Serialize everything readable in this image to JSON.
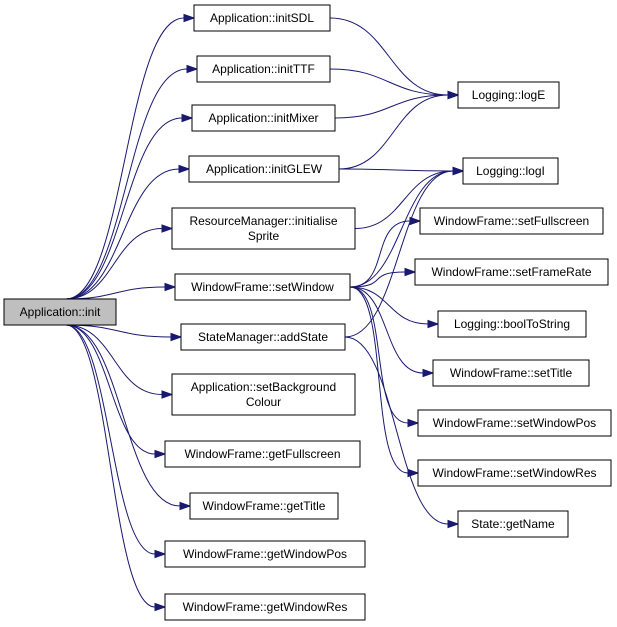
{
  "nodes": [
    {
      "id": "init",
      "label": [
        "Application::init"
      ],
      "root": true
    },
    {
      "id": "initSDL",
      "label": [
        "Application::initSDL"
      ]
    },
    {
      "id": "initTTF",
      "label": [
        "Application::initTTF"
      ]
    },
    {
      "id": "initMixer",
      "label": [
        "Application::initMixer"
      ]
    },
    {
      "id": "initGLEW",
      "label": [
        "Application::initGLEW"
      ]
    },
    {
      "id": "rmInit",
      "label": [
        "ResourceManager::initialise",
        "Sprite"
      ]
    },
    {
      "id": "setWindow",
      "label": [
        "WindowFrame::setWindow"
      ]
    },
    {
      "id": "addState",
      "label": [
        "StateManager::addState"
      ]
    },
    {
      "id": "setBg",
      "label": [
        "Application::setBackground",
        "Colour"
      ]
    },
    {
      "id": "getFullscreen",
      "label": [
        "WindowFrame::getFullscreen"
      ]
    },
    {
      "id": "getTitle",
      "label": [
        "WindowFrame::getTitle"
      ]
    },
    {
      "id": "getWindowPos",
      "label": [
        "WindowFrame::getWindowPos"
      ]
    },
    {
      "id": "getWindowRes",
      "label": [
        "WindowFrame::getWindowRes"
      ]
    },
    {
      "id": "logE",
      "label": [
        "Logging::logE"
      ]
    },
    {
      "id": "logI",
      "label": [
        "Logging::logI"
      ]
    },
    {
      "id": "setFullscreen",
      "label": [
        "WindowFrame::setFullscreen"
      ]
    },
    {
      "id": "setFrameRate",
      "label": [
        "WindowFrame::setFrameRate"
      ]
    },
    {
      "id": "boolToString",
      "label": [
        "Logging::boolToString"
      ]
    },
    {
      "id": "setTitle",
      "label": [
        "WindowFrame::setTitle"
      ]
    },
    {
      "id": "setWindowPos",
      "label": [
        "WindowFrame::setWindowPos"
      ]
    },
    {
      "id": "setWindowRes",
      "label": [
        "WindowFrame::setWindowRes"
      ]
    },
    {
      "id": "getName",
      "label": [
        "State::getName"
      ]
    }
  ],
  "edges": [
    [
      "init",
      "initSDL"
    ],
    [
      "init",
      "initTTF"
    ],
    [
      "init",
      "initMixer"
    ],
    [
      "init",
      "initGLEW"
    ],
    [
      "init",
      "rmInit"
    ],
    [
      "init",
      "setWindow"
    ],
    [
      "init",
      "addState"
    ],
    [
      "init",
      "setBg"
    ],
    [
      "init",
      "getFullscreen"
    ],
    [
      "init",
      "getTitle"
    ],
    [
      "init",
      "getWindowPos"
    ],
    [
      "init",
      "getWindowRes"
    ],
    [
      "initSDL",
      "logE"
    ],
    [
      "initTTF",
      "logE"
    ],
    [
      "initMixer",
      "logE"
    ],
    [
      "initGLEW",
      "logE"
    ],
    [
      "initGLEW",
      "logI"
    ],
    [
      "rmInit",
      "logI"
    ],
    [
      "setWindow",
      "logI"
    ],
    [
      "addState",
      "logI"
    ],
    [
      "setWindow",
      "setFullscreen"
    ],
    [
      "setWindow",
      "setFrameRate"
    ],
    [
      "setWindow",
      "boolToString"
    ],
    [
      "setWindow",
      "setTitle"
    ],
    [
      "setWindow",
      "setWindowPos"
    ],
    [
      "setWindow",
      "setWindowRes"
    ],
    [
      "addState",
      "getName"
    ]
  ]
}
